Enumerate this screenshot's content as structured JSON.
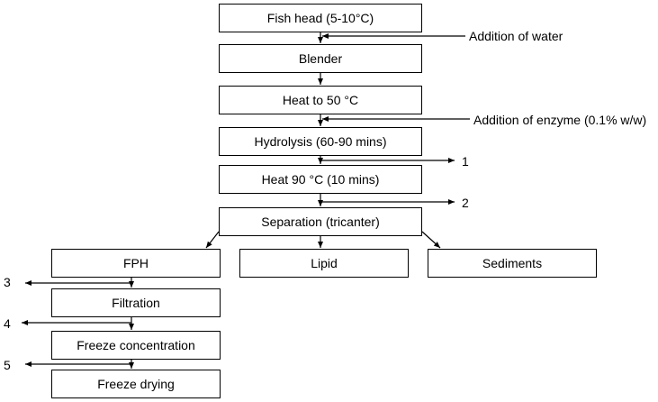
{
  "steps": {
    "fish_head": "Fish head (5-10°C)",
    "blender": "Blender",
    "heat_50": "Heat to 50 °C",
    "hydrolysis": "Hydrolysis (60-90 mins)",
    "heat_90": "Heat 90 °C (10 mins)",
    "separation": "Separation (tricanter)",
    "fph": "FPH",
    "lipid": "Lipid",
    "sediments": "Sediments",
    "filtration": "Filtration",
    "freeze_concentration": "Freeze concentration",
    "freeze_drying": "Freeze drying"
  },
  "inputs": {
    "water": "Addition of water",
    "enzyme": "Addition of enzyme (0.1% w/w)"
  },
  "outputs": {
    "out_1": "1",
    "out_2": "2",
    "out_3": "3",
    "out_4": "4",
    "out_5": "5"
  },
  "colors": {
    "line": "#000000",
    "box_fill": "#ffffff"
  }
}
